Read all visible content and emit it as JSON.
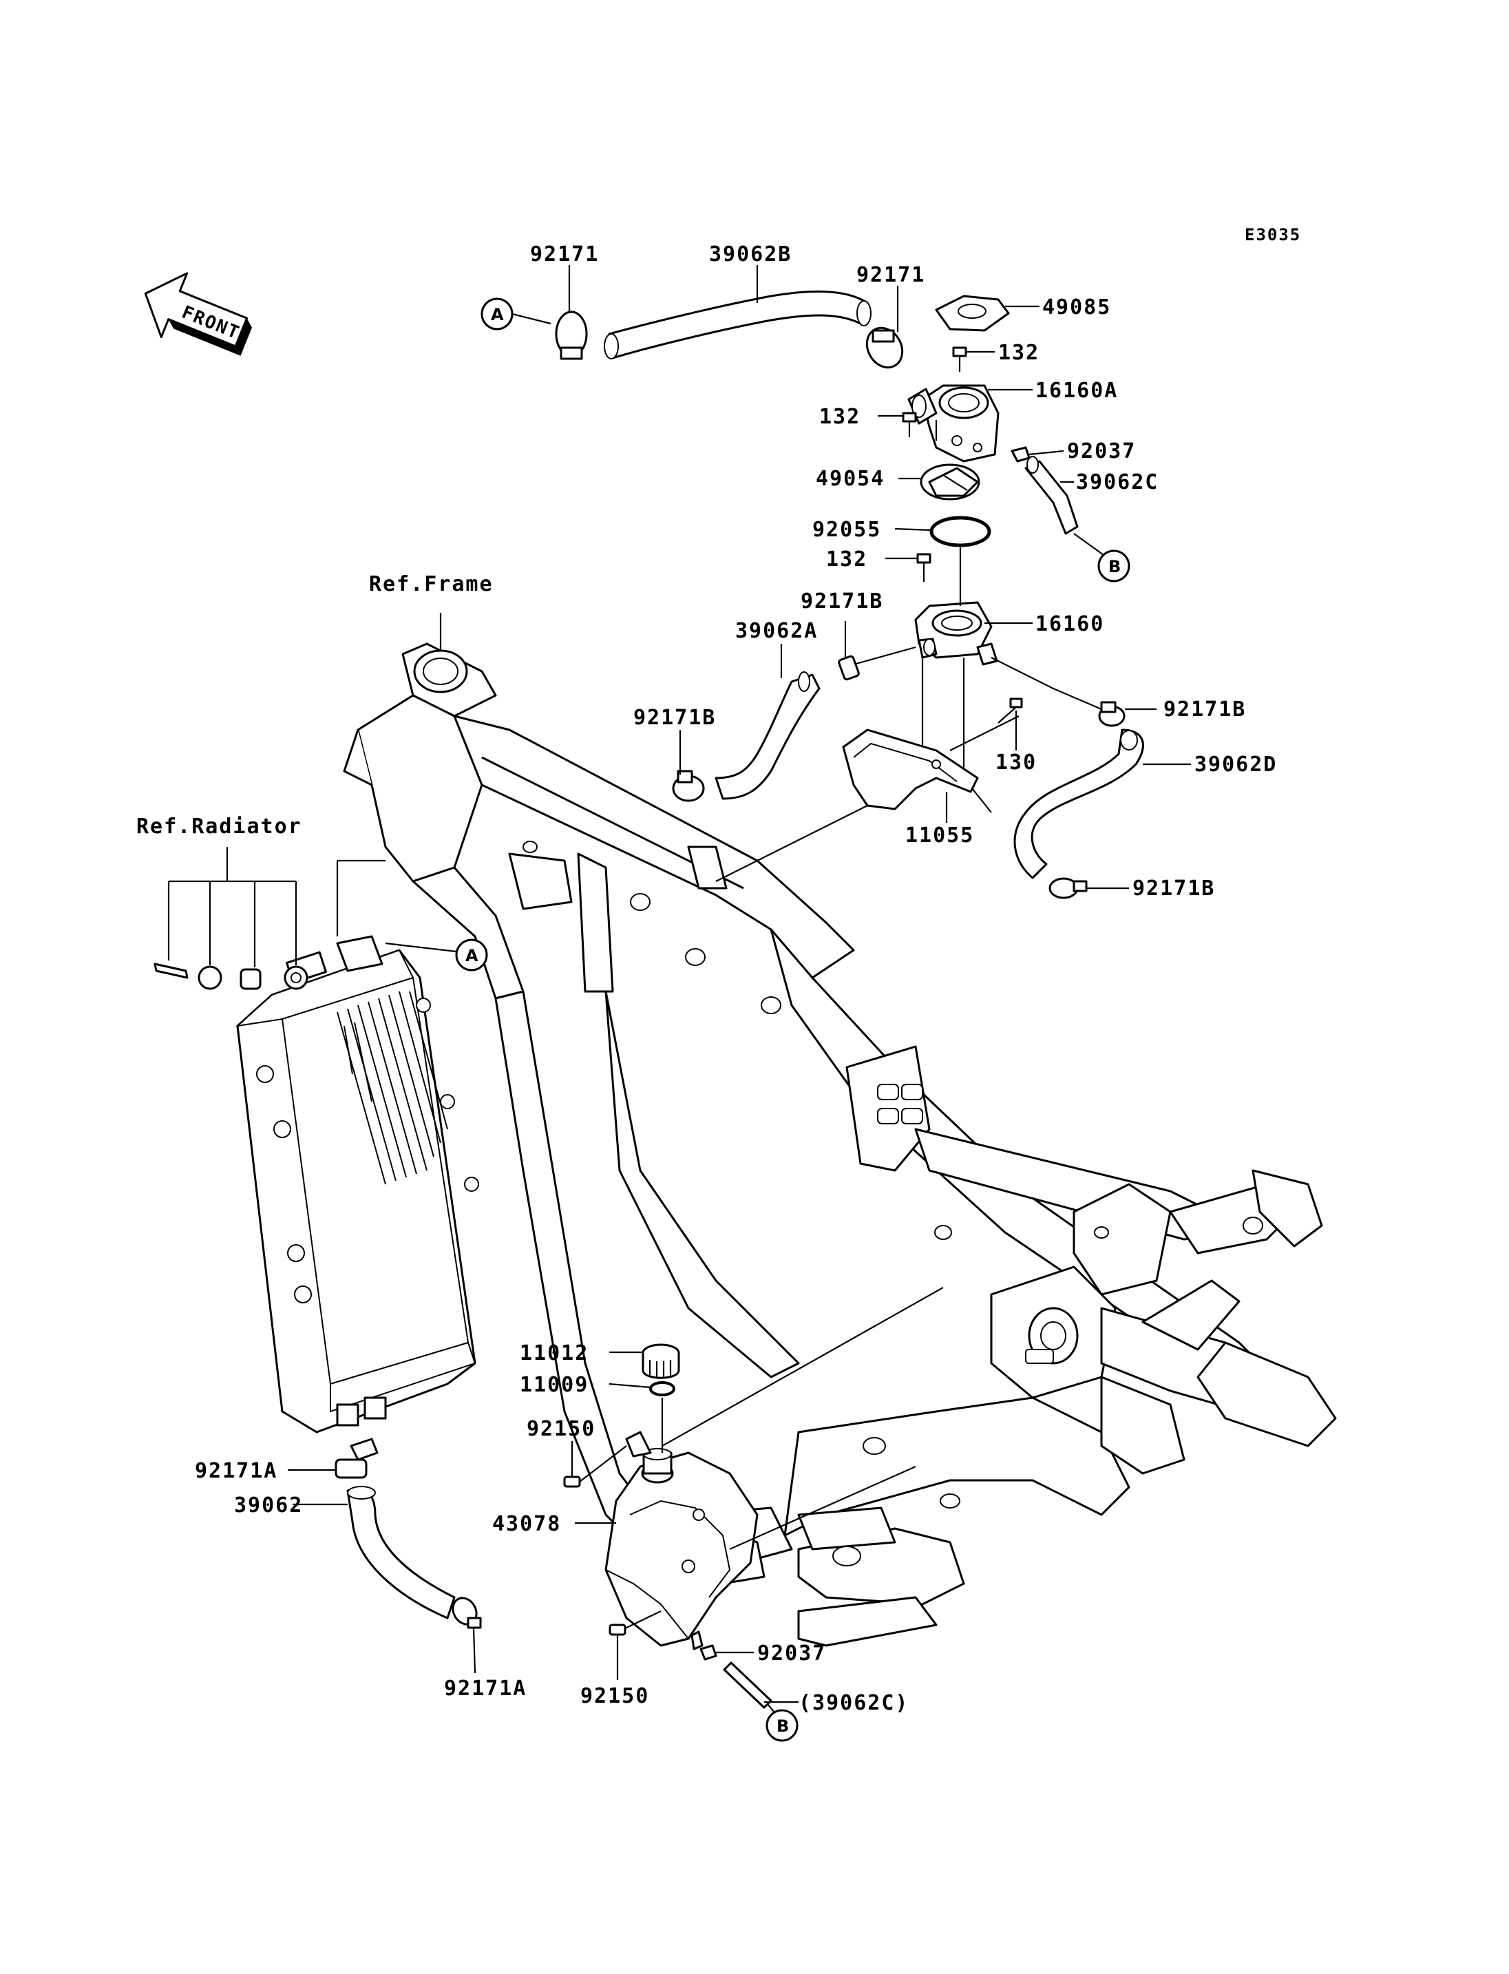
{
  "diagram_code": "E3035",
  "front_arrow": {
    "label": "FRONT",
    "icon": "front-arrow-icon"
  },
  "refs": {
    "frame": "Ref.Frame",
    "radiator": "Ref.Radiator"
  },
  "connectors": {
    "a": "A",
    "b": "B"
  },
  "labels": {
    "p92171_top_left": "92171",
    "p39062B": "39062B",
    "p92171_top_right": "92171",
    "p49085": "49085",
    "p132_a": "132",
    "p16160A": "16160A",
    "p132_b": "132",
    "p92037_top": "92037",
    "p49054": "49054",
    "p39062C": "39062C",
    "p92055": "92055",
    "p132_c": "132",
    "p92171B_a": "92171B",
    "p16160": "16160",
    "p39062A": "39062A",
    "p92171B_b": "92171B",
    "p92171B_c": "92171B",
    "p130": "130",
    "p39062D": "39062D",
    "p11055": "11055",
    "p92171B_d": "92171B",
    "p11012": "11012",
    "p11009": "11009",
    "p92150_top": "92150",
    "p92171A_top": "92171A",
    "p39062": "39062",
    "p43078": "43078",
    "p92171A_bottom": "92171A",
    "p92037_bottom": "92037",
    "p39062C_ref": "(39062C)",
    "p92150_bottom": "92150"
  },
  "colors": {
    "ink": "#000000",
    "paper": "#ffffff"
  }
}
